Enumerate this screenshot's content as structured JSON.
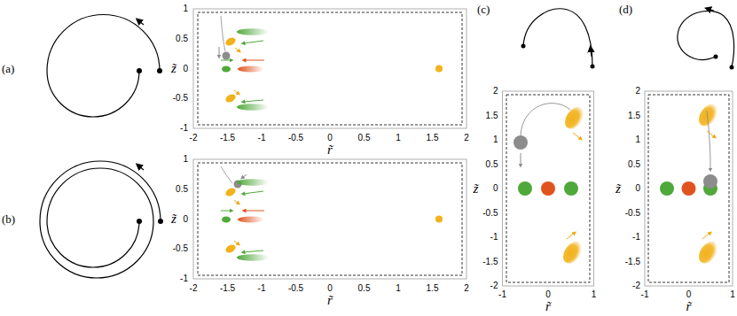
{
  "diagram": {
    "labels": [
      "(a)",
      "1",
      "0.5",
      "0",
      "-0.5",
      "-1",
      "-2",
      "-1.5",
      "-1",
      "-0.5",
      "0",
      "0.5",
      "1",
      "1.5",
      "2",
      "z̃",
      "r̃",
      "(b)",
      "1",
      "0.5",
      "0",
      "-0.5",
      "-1",
      "-2",
      "-1.5",
      "-1",
      "-0.5",
      "0",
      "0.5",
      "1",
      "1.5",
      "2",
      "z̃",
      "r̃",
      "(c)",
      "2",
      "1.5",
      "1",
      "0.5",
      "0",
      "-0.5",
      "-1",
      "-1.5",
      "-2",
      "-1",
      "0",
      "1",
      "z̃",
      "r̃",
      "(d)",
      "2",
      "1.5",
      "1",
      "0.5",
      "0",
      "-0.5",
      "-1",
      "-1.5",
      "-2",
      "-1",
      "0",
      "1",
      "z̃",
      "r̃"
    ]
  }
}
